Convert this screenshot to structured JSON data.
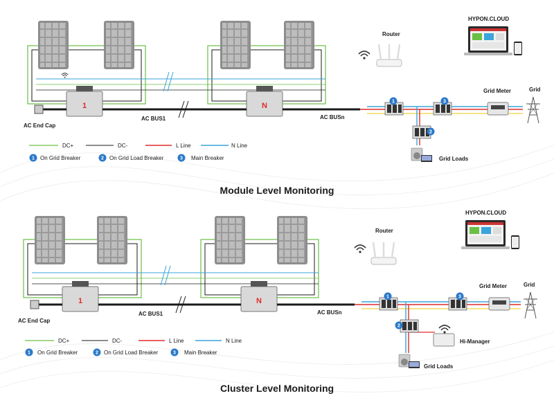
{
  "colors": {
    "dc_plus": "#6abf45",
    "dc_minus": "#1a1a1a",
    "l_line": "#e02a2a",
    "n_line": "#3aa4dc",
    "yellow_line": "#f2d23a",
    "badge": "#2b79c9",
    "inverter_mark": "#e02a2a"
  },
  "panels": [
    {
      "title": "Module Level Monitoring",
      "cloud_label": "HYPON.CLOUD",
      "router_label": "Router",
      "inverter_1_mark": "1",
      "inverter_n_mark": "N",
      "ac_end_cap": "AC End Cap",
      "ac_bus1": "AC BUS1",
      "ac_busn": "AC BUSn",
      "grid_meter": "Grid Meter",
      "grid": "Grid",
      "grid_loads": "Grid Loads",
      "legend": {
        "dc_plus": "DC+",
        "dc_minus": "DC-",
        "l_line": "L Line",
        "n_line": "N Line",
        "b1_num": "1",
        "b1_label": "On Grid Breaker",
        "b2_num": "2",
        "b2_label": "On Grid Load Breaker",
        "b3_num": "3",
        "b3_label": "Main Breaker"
      },
      "breaker_nums": [
        "1",
        "2",
        "3"
      ]
    },
    {
      "title": "Cluster Level Monitoring",
      "cloud_label": "HYPON.CLOUD",
      "router_label": "Router",
      "inverter_1_mark": "1",
      "inverter_n_mark": "N",
      "ac_end_cap": "AC End Cap",
      "ac_bus1": "AC BUS1",
      "ac_busn": "AC BUSn",
      "grid_meter": "Grid Meter",
      "grid": "Grid",
      "grid_loads": "Grid Loads",
      "hi_manager": "Hi-Manager",
      "legend": {
        "dc_plus": "DC+",
        "dc_minus": "DC-",
        "l_line": "L Line",
        "n_line": "N Line",
        "b1_num": "1",
        "b1_label": "On Grid Breaker",
        "b2_num": "2",
        "b2_label": "On Grid Load Breaker",
        "b3_num": "3",
        "b3_label": "Main Breaker"
      },
      "breaker_nums": [
        "1",
        "2",
        "3"
      ]
    }
  ]
}
